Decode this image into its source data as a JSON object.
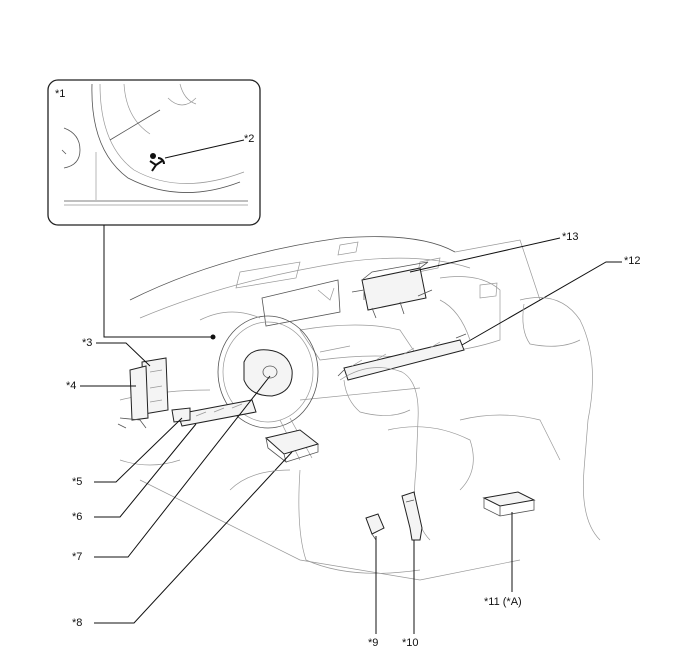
{
  "inset": {
    "label": "*1"
  },
  "callouts": [
    {
      "id": "c2",
      "text": "*2"
    },
    {
      "id": "c3",
      "text": "*3"
    },
    {
      "id": "c4",
      "text": "*4"
    },
    {
      "id": "c5",
      "text": "*5"
    },
    {
      "id": "c6",
      "text": "*6"
    },
    {
      "id": "c7",
      "text": "*7"
    },
    {
      "id": "c8",
      "text": "*8"
    },
    {
      "id": "c9",
      "text": "*9"
    },
    {
      "id": "c10",
      "text": "*10"
    },
    {
      "id": "c11",
      "text": "*11 (*A)"
    },
    {
      "id": "c12",
      "text": "*12"
    },
    {
      "id": "c13",
      "text": "*13"
    }
  ],
  "icons": [
    "airbag-warning-icon"
  ]
}
